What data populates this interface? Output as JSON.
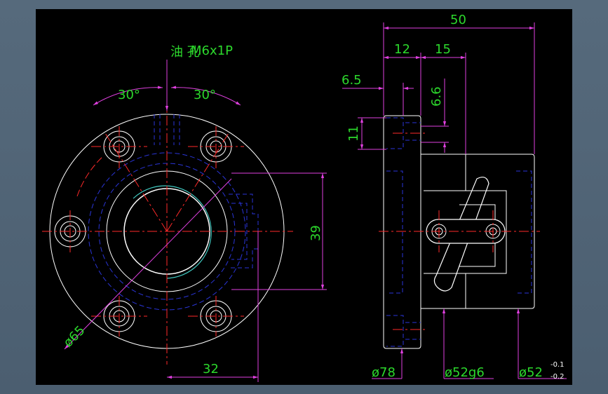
{
  "colors": {
    "background": "#000000",
    "frame": "#5a6c7d",
    "outline": "#ffffff",
    "hidden": "#2a35d8",
    "center": "#ff2a2a",
    "dimension": "#e040e0",
    "dimension_text": "#2cd82c",
    "thread": "#40c8c0"
  },
  "labels": {
    "oil_hole": "油 孔",
    "thread_spec": "M6x1P",
    "angle_left": "30°",
    "angle_right": "30°",
    "dia_65": "ø65",
    "dim_39": "39",
    "dim_32": "32",
    "dim_50": "50",
    "dim_12": "12",
    "dim_15": "15",
    "dim_6_5": "6.5",
    "dim_6_6": "6.6",
    "dim_11": "11",
    "dia_78": "ø78",
    "dia_52g6": "ø52g6",
    "dia_52": "ø52",
    "tol_upper": "-0.1",
    "tol_lower": "-0.2"
  }
}
